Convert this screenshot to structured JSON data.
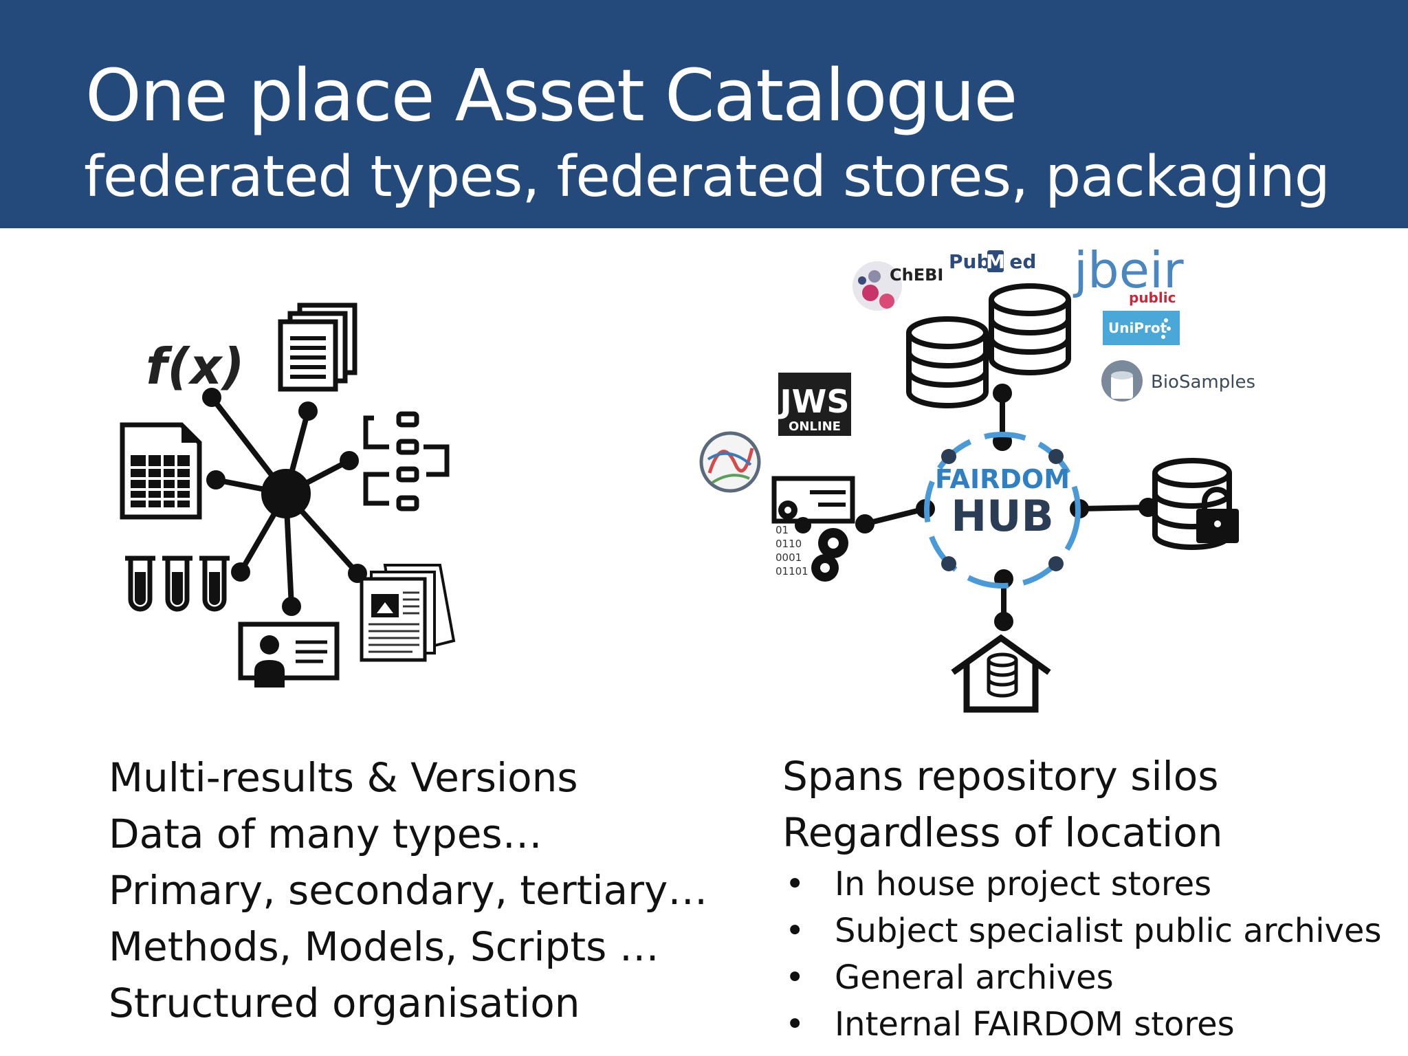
{
  "header": {
    "title": "One place Asset Catalogue",
    "subtitle": "federated types, federated stores, packaging"
  },
  "left_graphic": {
    "fx_label": "f(x)"
  },
  "right_graphic": {
    "logos": {
      "chebi": "ChEBI",
      "pubmed_prefix": "Pub",
      "pubmed_m": "M",
      "pubmed_suffix": "ed",
      "jbeir": "jbeir",
      "jbeir_sub": "public",
      "uniprot": "UniProt",
      "biosamples": "BioSamples",
      "jws_top": "JWS",
      "jws_bottom": "ONLINE"
    },
    "hub": {
      "line1": "FAIRDOM",
      "line2": "HUB"
    },
    "binary_lines": [
      "01",
      "0110",
      "0001",
      "01101"
    ]
  },
  "left_list": [
    "Multi-results & Versions",
    "Data of many types…",
    "Primary, secondary, tertiary…",
    "Methods, Models, Scripts …",
    "Structured organisation"
  ],
  "right_list": {
    "headline1": "Spans repository silos",
    "headline2": "Regardless of location",
    "bullet_char": "•",
    "bullets": [
      "In house project stores",
      "Subject specialist public archives",
      "General archives",
      "Internal FAIRDOM stores"
    ]
  },
  "colors": {
    "header_bg": "#244a7c",
    "header_text": "#ffffff",
    "hub_blue": "#2f7fc1",
    "hub_ring": "#4a9ad8"
  }
}
